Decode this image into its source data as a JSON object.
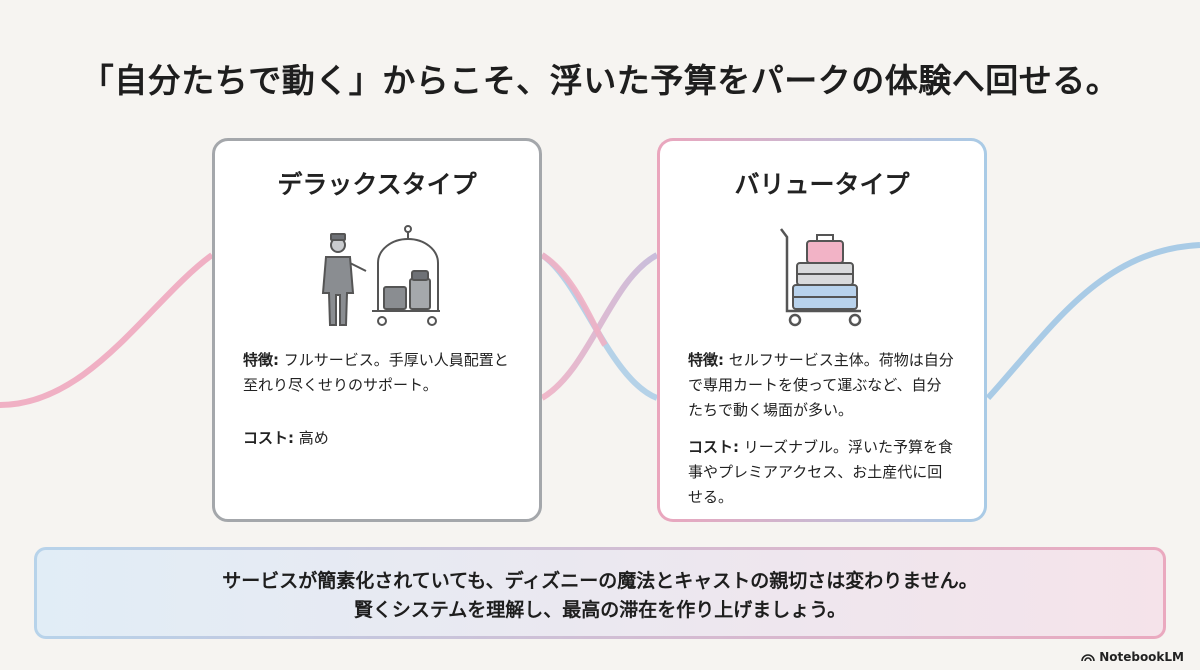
{
  "title": "「自分たちで動く」からこそ、浮いた予算をパークの体験へ回せる。",
  "deluxe": {
    "title": "デラックスタイプ",
    "illustration": "bellhop-with-luggage-cart-icon",
    "feature_label": "特徴:",
    "feature_text": " フルサービス。手厚い人員配置と至れり尽くせりのサポート。",
    "cost_label": "コスト:",
    "cost_text": " 高め"
  },
  "value": {
    "title": "バリュータイプ",
    "illustration": "self-service-luggage-cart-icon",
    "feature_label": "特徴:",
    "feature_text": " セルフサービス主体。荷物は自分で専用カートを使って運ぶなど、自分たちで動く場面が多い。",
    "cost_label": "コスト:",
    "cost_text": " リーズナブル。浮いた予算を食事やプレミアアクセス、お土産代に回せる。"
  },
  "banner": {
    "line1": "サービスが簡素化されていても、ディズニーの魔法とキャストの親切さは変わりません。",
    "line2": "賢くシステムを理解し、最高の滞在を作り上げましょう。"
  },
  "brand": "NotebookLM",
  "colors": {
    "pink": "#eaa6bd",
    "blue": "#a9cbe6",
    "gray_border": "#a4a7ab"
  }
}
